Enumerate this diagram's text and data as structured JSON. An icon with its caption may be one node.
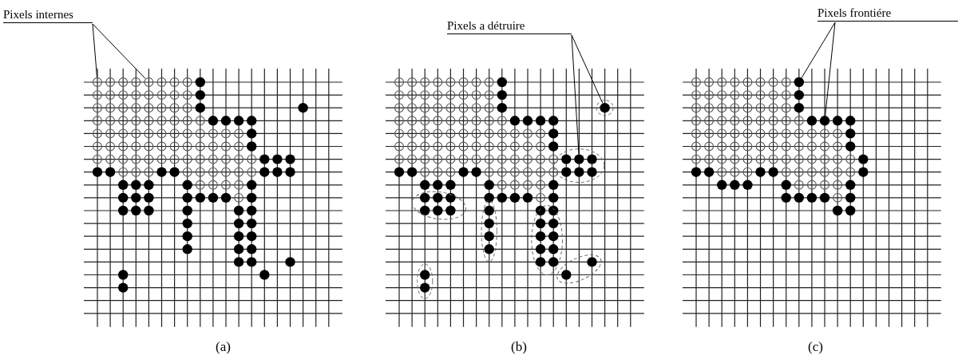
{
  "diagram": {
    "nodes": [
      {
        "text": [
          "Pixels internes"
        ]
      },
      {
        "text": [],
        "shape": "circle"
      },
      {
        "text": [],
        "shape": "circle"
      },
      {
        "text": [
          "Pixels a détruire"
        ]
      },
      {
        "text": [],
        "shape": "circle"
      },
      {
        "text": [],
        "shape": "circle"
      },
      {
        "text": [
          "Pixels frontiére"
        ]
      },
      {
        "text": [],
        "shape": "circle"
      },
      {
        "text": [],
        "shape": "circle"
      }
    ],
    "edges": [
      {
        "from": 0,
        "to": 1,
        "arrow": "none"
      },
      {
        "from": 0,
        "to": 2,
        "arrow": "none"
      },
      {
        "from": 3,
        "to": 4,
        "arrow": "none"
      },
      {
        "from": 3,
        "to": 5,
        "arrow": "none"
      },
      {
        "from": 6,
        "to": 7,
        "arrow": "none"
      },
      {
        "from": 6,
        "to": 8,
        "arrow": "none"
      }
    ],
    "labels": [
      "(a)",
      "(b)",
      "(c)"
    ]
  }
}
